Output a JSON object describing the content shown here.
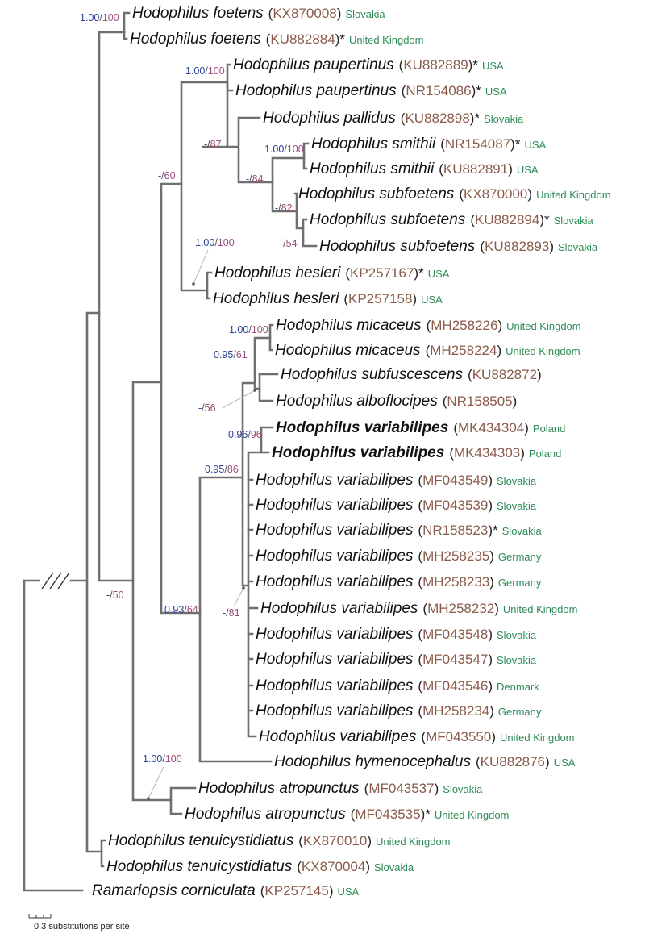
{
  "leaves": [
    {
      "id": "t1",
      "name": "Hodophilus foetens",
      "acc": "KX870008",
      "star": false,
      "country": "Slovakia",
      "bold": false
    },
    {
      "id": "t2",
      "name": "Hodophilus foetens",
      "acc": "KU882884",
      "star": true,
      "country": "United Kingdom",
      "bold": false
    },
    {
      "id": "t3",
      "name": "Hodophilus paupertinus",
      "acc": "KU882889",
      "star": true,
      "country": "USA",
      "bold": false
    },
    {
      "id": "t4",
      "name": "Hodophilus paupertinus",
      "acc": "NR154086",
      "star": true,
      "country": "USA",
      "bold": false
    },
    {
      "id": "t5",
      "name": "Hodophilus pallidus",
      "acc": "KU882898",
      "star": true,
      "country": "Slovakia",
      "bold": false
    },
    {
      "id": "t6",
      "name": "Hodophilus smithii",
      "acc": "NR154087",
      "star": true,
      "country": "USA",
      "bold": false
    },
    {
      "id": "t7",
      "name": "Hodophilus smithii",
      "acc": "KU882891",
      "star": false,
      "country": "USA",
      "bold": false
    },
    {
      "id": "t8",
      "name": "Hodophilus subfoetens",
      "acc": "KX870000",
      "star": false,
      "country": "United Kingdom",
      "bold": false
    },
    {
      "id": "t9",
      "name": "Hodophilus subfoetens",
      "acc": "KU882894",
      "star": true,
      "country": "Slovakia",
      "bold": false
    },
    {
      "id": "t10",
      "name": "Hodophilus subfoetens",
      "acc": "KU882893",
      "star": false,
      "country": "Slovakia",
      "bold": false
    },
    {
      "id": "t11",
      "name": "Hodophilus hesleri",
      "acc": "KP257167",
      "star": true,
      "country": "USA",
      "bold": false
    },
    {
      "id": "t12",
      "name": "Hodophilus hesleri",
      "acc": "KP257158",
      "star": false,
      "country": "USA",
      "bold": false
    },
    {
      "id": "t13",
      "name": "Hodophilus micaceus",
      "acc": "MH258226",
      "star": false,
      "country": "United Kingdom",
      "bold": false
    },
    {
      "id": "t14",
      "name": "Hodophilus micaceus",
      "acc": "MH258224",
      "star": false,
      "country": "United Kingdom",
      "bold": false
    },
    {
      "id": "t15",
      "name": "Hodophilus subfuscescens",
      "acc": "KU882872",
      "star": false,
      "country": "",
      "bold": false
    },
    {
      "id": "t16",
      "name": "Hodophilus alboflocipes",
      "acc": "NR158505",
      "star": false,
      "country": "",
      "bold": false
    },
    {
      "id": "t17",
      "name": "Hodophilus variabilipes",
      "acc": "MK434304",
      "star": false,
      "country": "Poland",
      "bold": true
    },
    {
      "id": "t18",
      "name": "Hodophilus variabilipes",
      "acc": "MK434303",
      "star": false,
      "country": "Poland",
      "bold": true
    },
    {
      "id": "t19",
      "name": "Hodophilus variabilipes",
      "acc": "MF043549",
      "star": false,
      "country": "Slovakia",
      "bold": false
    },
    {
      "id": "t20",
      "name": "Hodophilus variabilipes",
      "acc": "MF043539",
      "star": false,
      "country": "Slovakia",
      "bold": false
    },
    {
      "id": "t21",
      "name": "Hodophilus variabilipes",
      "acc": "NR158523",
      "star": true,
      "country": "Slovakia",
      "bold": false
    },
    {
      "id": "t22",
      "name": "Hodophilus variabilipes",
      "acc": "MH258235",
      "star": false,
      "country": "Germany",
      "bold": false
    },
    {
      "id": "t23",
      "name": "Hodophilus variabilipes",
      "acc": "MH258233",
      "star": false,
      "country": "Germany",
      "bold": false
    },
    {
      "id": "t24",
      "name": "Hodophilus variabilipes",
      "acc": "MH258232",
      "star": false,
      "country": "United Kingdom",
      "bold": false
    },
    {
      "id": "t25",
      "name": "Hodophilus variabilipes",
      "acc": "MF043548",
      "star": false,
      "country": "Slovakia",
      "bold": false
    },
    {
      "id": "t26",
      "name": "Hodophilus variabilipes",
      "acc": "MF043547",
      "star": false,
      "country": "Slovakia",
      "bold": false
    },
    {
      "id": "t27",
      "name": "Hodophilus variabilipes",
      "acc": "MF043546",
      "star": false,
      "country": "Denmark",
      "bold": false
    },
    {
      "id": "t28",
      "name": "Hodophilus variabilipes",
      "acc": "MH258234",
      "star": false,
      "country": "Germany",
      "bold": false
    },
    {
      "id": "t29",
      "name": "Hodophilus variabilipes",
      "acc": "MF043550",
      "star": false,
      "country": "United Kingdom",
      "bold": false
    },
    {
      "id": "t30",
      "name": "Hodophilus hymenocephalus",
      "acc": "KU882876",
      "star": false,
      "country": "USA",
      "bold": false
    },
    {
      "id": "t31",
      "name": "Hodophilus atropunctus",
      "acc": "MF043537",
      "star": false,
      "country": "Slovakia",
      "bold": false
    },
    {
      "id": "t32",
      "name": "Hodophilus atropunctus",
      "acc": "MF043535",
      "star": true,
      "country": "United Kingdom",
      "bold": false
    },
    {
      "id": "t33",
      "name": "Hodophilus tenuicystidiatus",
      "acc": "KX870010",
      "star": false,
      "country": "United Kingdom",
      "bold": false
    },
    {
      "id": "t34",
      "name": "Hodophilus tenuicystidiatus",
      "acc": "KX870004",
      "star": false,
      "country": "Slovakia",
      "bold": false
    },
    {
      "id": "t35",
      "name": "Ramariopsis corniculata",
      "acc": "KP257145",
      "star": false,
      "country": "USA",
      "bold": false
    }
  ],
  "supports": [
    {
      "id": "s1",
      "pp": "1.00",
      "bs": "100"
    },
    {
      "id": "s2",
      "pp": "1.00",
      "bs": "100"
    },
    {
      "id": "s3",
      "pp": "-",
      "bs": "87"
    },
    {
      "id": "s4",
      "pp": "1.00",
      "bs": "100"
    },
    {
      "id": "s5",
      "pp": "-",
      "bs": "84"
    },
    {
      "id": "s6",
      "pp": "-",
      "bs": "82"
    },
    {
      "id": "s7",
      "pp": "-",
      "bs": "54"
    },
    {
      "id": "s8",
      "pp": "-",
      "bs": "60"
    },
    {
      "id": "s9",
      "pp": "1.00",
      "bs": "100"
    },
    {
      "id": "s10",
      "pp": "1.00",
      "bs": "100"
    },
    {
      "id": "s11",
      "pp": "0.95",
      "bs": "61"
    },
    {
      "id": "s12",
      "pp": "-",
      "bs": "56"
    },
    {
      "id": "s13",
      "pp": "0.96",
      "bs": "96"
    },
    {
      "id": "s14",
      "pp": "0.95",
      "bs": "86"
    },
    {
      "id": "s15",
      "pp": "-",
      "bs": "81"
    },
    {
      "id": "s16",
      "pp": "0.93",
      "bs": "64"
    },
    {
      "id": "s17",
      "pp": "1.00",
      "bs": "100"
    },
    {
      "id": "s18",
      "pp": "-",
      "bs": "50"
    }
  ],
  "scale": {
    "label": "0.3 substitutions per site"
  },
  "colors": {
    "branch": "#6f6f6f",
    "posterior": "#2b3f96",
    "bootstrap": "#9a4d7a",
    "accession": "#8a5a4a",
    "country": "#2e8b57"
  }
}
